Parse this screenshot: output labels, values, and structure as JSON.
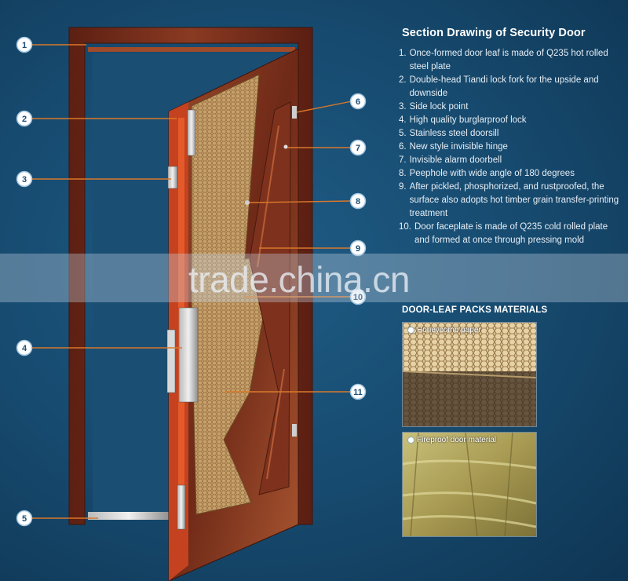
{
  "title": "Section Drawing of Security Door",
  "specs": [
    {
      "num": "1.",
      "text": "Once-formed door leaf is made of Q235 hot rolled steel plate"
    },
    {
      "num": "2.",
      "text": "Double-head Tiandi lock fork for the upside and downside"
    },
    {
      "num": "3.",
      "text": "Side lock point"
    },
    {
      "num": "4.",
      "text": "High quality burglarproof lock"
    },
    {
      "num": "5.",
      "text": "Stainless steel doorsill"
    },
    {
      "num": "6.",
      "text": "New style invisible hinge"
    },
    {
      "num": "7.",
      "text": "Invisible alarm doorbell"
    },
    {
      "num": "8.",
      "text": "Peephole with wide angle of 180 degrees"
    },
    {
      "num": "9.",
      "text": "After pickled, phosphorized, and rustproofed, the surface also adopts hot timber grain transfer-printing treatment"
    },
    {
      "num": "10.",
      "text": "Door faceplate is made of Q235 cold rolled plate and formed at once through pressing mold"
    }
  ],
  "callouts": [
    "1",
    "2",
    "3",
    "4",
    "5",
    "6",
    "7",
    "8",
    "9",
    "10",
    "11"
  ],
  "materials": {
    "title": "DOOR-LEAF PACKS MATERIALS",
    "items": [
      {
        "label": "Honeycomb paper"
      },
      {
        "label": "Fireproof door material"
      }
    ]
  },
  "watermark": "trade.china.cn",
  "colors": {
    "background": "#16496d",
    "wood": "#7a2e1c",
    "honeycomb": "#c9a36b",
    "callout_line": "#d9782a",
    "callout_circle": "#ffffff"
  }
}
